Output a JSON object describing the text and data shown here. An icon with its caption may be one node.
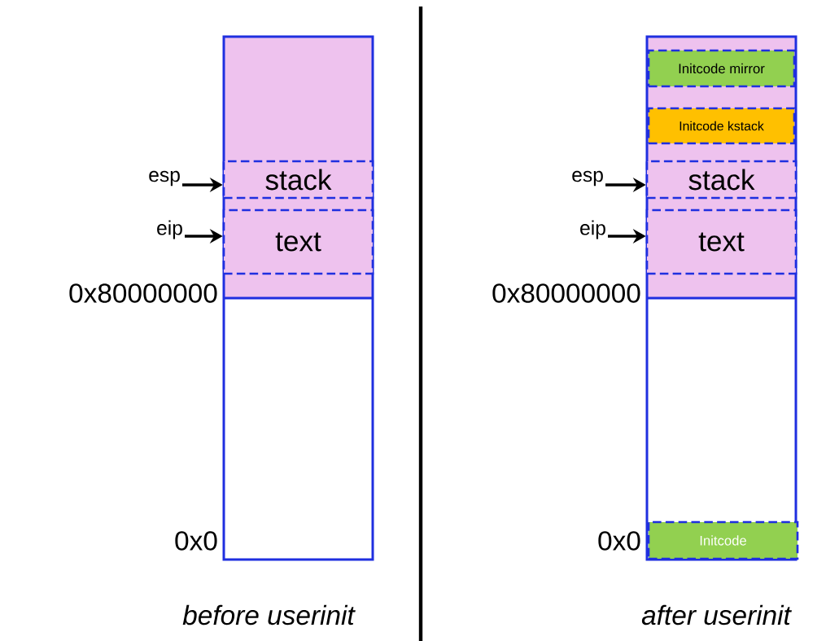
{
  "diagram": {
    "nodes": [
      {
        "text": [],
        "shape": "box"
      },
      {
        "text": [
          "stack"
        ],
        "in": 0
      },
      {
        "text": [
          "text"
        ],
        "in": 0
      },
      {
        "text": [
          "esp"
        ]
      },
      {
        "text": [
          "eip"
        ]
      },
      {
        "text": [],
        "shape": "box"
      },
      {
        "text": [
          "Initcode mirror"
        ],
        "in": 5
      },
      {
        "text": [
          "Initcode kstack"
        ],
        "in": 5
      },
      {
        "text": [
          "stack"
        ],
        "in": 5
      },
      {
        "text": [
          "text"
        ],
        "in": 5
      },
      {
        "text": [
          "Initcode"
        ],
        "in": 5
      },
      {
        "text": [
          "esp"
        ]
      },
      {
        "text": [
          "eip"
        ]
      }
    ],
    "edges": [
      {
        "from": 3,
        "to": 1,
        "arrow": "to"
      },
      {
        "from": 4,
        "to": 2,
        "arrow": "to"
      },
      {
        "from": 11,
        "to": 8,
        "arrow": "to"
      },
      {
        "from": 12,
        "to": 9,
        "arrow": "to"
      }
    ],
    "labels": [
      "0x80000000",
      "0x0",
      "before userinit",
      "0x80000000",
      "0x0",
      "after userinit"
    ]
  }
}
